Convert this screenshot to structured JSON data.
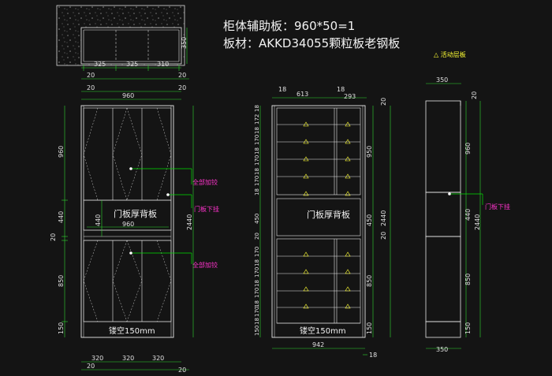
{
  "title": {
    "line1": "柜体辅助板：960*50=1",
    "line2": "板材：AKKD34055颗粒板老钢板"
  },
  "legend": {
    "note": "△ 活动层板"
  },
  "colors": {
    "background": "#141414",
    "line": "#e8e8e8",
    "dimension": "#2fd72f",
    "annotation": "#ff33cc",
    "leader": "#00e000",
    "triangle": "#ffff33"
  },
  "top_view": {
    "dims": [
      "325",
      "325",
      "310",
      "20",
      "20",
      "350"
    ]
  },
  "front_view": {
    "width_top": "960",
    "side_left": "20",
    "side_right": "20",
    "heights": [
      "960",
      "440",
      "20",
      "850",
      "150"
    ],
    "total_height": "2440",
    "inner_440": "440",
    "inner_960": "960",
    "panel_label": "门板厚背板",
    "bottom_label": "镂空150mm",
    "bottom_dims": [
      "320",
      "320",
      "320",
      "20",
      "20"
    ],
    "annotations": [
      "全部加铰",
      "门板下挂",
      "全部加铰"
    ]
  },
  "interior_view": {
    "top_dims": [
      "18",
      "613",
      "18",
      "293",
      "20"
    ],
    "left_column": [
      "18",
      "172",
      "18",
      "170",
      "18",
      "170",
      "18",
      "170",
      "18",
      "450",
      "20",
      "170",
      "18",
      "170",
      "18",
      "170",
      "18",
      "170",
      "18",
      "150"
    ],
    "right_dims": [
      "20",
      "950",
      "450",
      "20",
      "2440",
      "850",
      "150"
    ],
    "panel_label": "门板厚背板",
    "bottom_label": "镂空150mm",
    "bottom_width": "942",
    "bottom_right": "18"
  },
  "side_view": {
    "depth_top": "350",
    "depth_bottom": "350",
    "top_offset": "20",
    "heights": [
      "960",
      "440",
      "850",
      "150"
    ],
    "total_height": "2440",
    "annotation": "门板下挂"
  }
}
